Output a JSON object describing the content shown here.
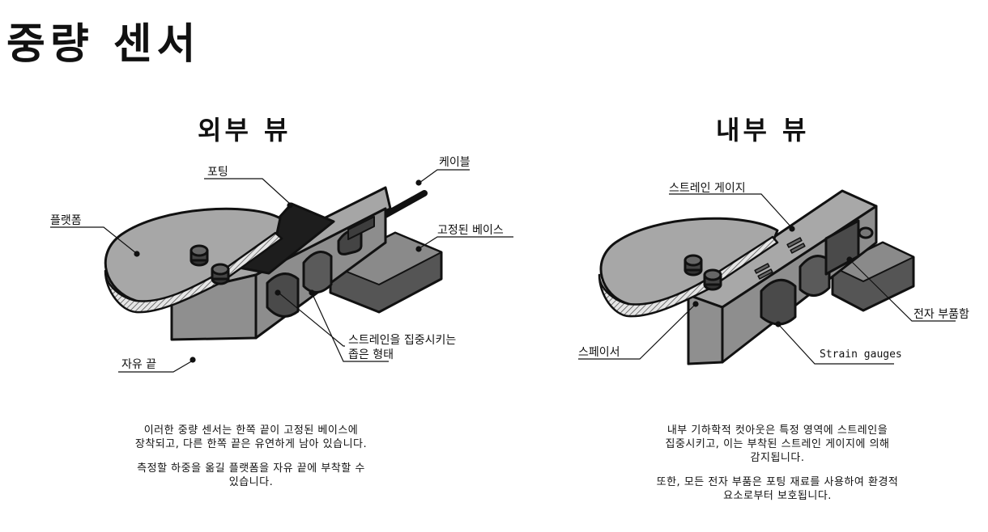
{
  "title": "중량 센서",
  "left": {
    "heading": "외부 뷰",
    "labels": {
      "potting": "포팅",
      "cable": "케이블",
      "platform": "플랫폼",
      "fixed_base": "고정된 베이스",
      "strain_shape_1": "스트레인을 집중시키는",
      "strain_shape_2": "좁은 형태",
      "free_end": "자유 끝"
    },
    "description": [
      "이러한 중량 센서는 한쪽 끝이 고정된 베이스에",
      "장착되고, 다른 한쪽 끝은 유연하게 남아 있습니다.",
      "측정할 하중을 옮길 플랫폼을 자유 끝에 부착할 수",
      "있습니다."
    ]
  },
  "right": {
    "heading": "내부 뷰",
    "labels": {
      "strain_gauge": "스트레인 게이지",
      "electronics": "전자 부품함",
      "spacer": "스페이서",
      "strain_gauges_en": "Strain gauges"
    },
    "description": [
      "내부 기하학적 컷아웃은 특정 영역에 스트레인을",
      "집중시키고, 이는 부착된 스트레인 게이지에 의해",
      "감지됩니다.",
      "또한, 모든 전자 부품은 포팅 재료를 사용하여 환경적",
      "요소로부터 보호됩니다."
    ]
  },
  "colors": {
    "body_gray": "#8f8f8f",
    "platform_gray": "#a7a7a7",
    "dark_face": "#5a5a5a",
    "potting_black": "#1d1d1d"
  }
}
